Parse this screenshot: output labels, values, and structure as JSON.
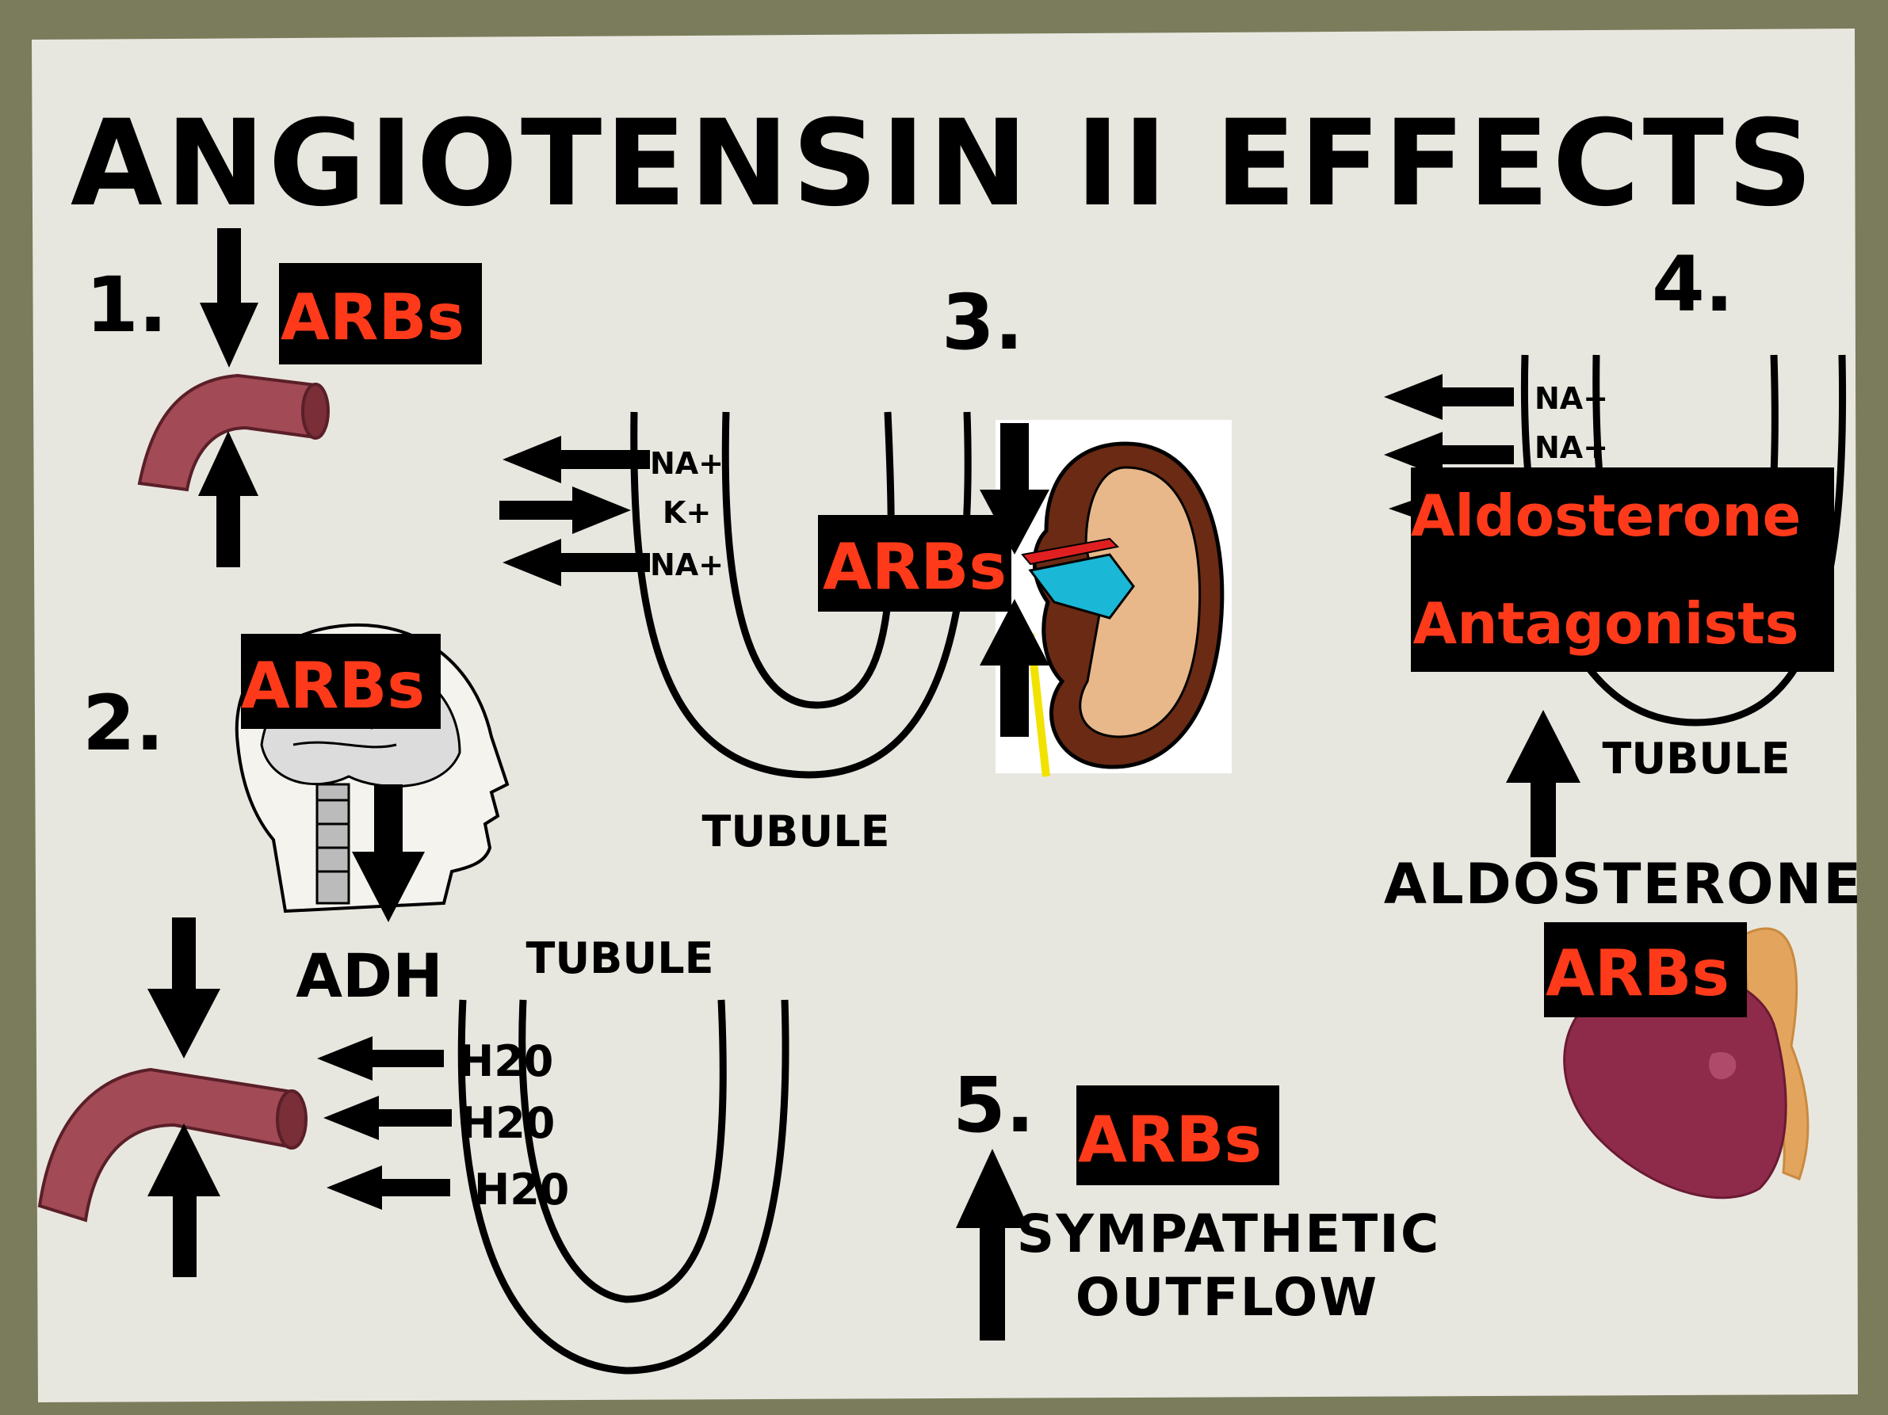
{
  "title": "ANGIOTENSIN II EFFECTS",
  "colors": {
    "frame": "#7b7c5c",
    "paper": "#e8e7df",
    "ink": "#000000",
    "label_bg": "#000000",
    "label_text": "#ff3a1a",
    "vessel": "#a24a55",
    "kidney_brown": "#6a2a14",
    "adrenal_body": "#8e2a4a",
    "adrenal_cap": "#e3a55e"
  },
  "section1": {
    "number": "1.",
    "arb": "ARBs"
  },
  "section2": {
    "number": "2.",
    "arb": "ARBs",
    "adh": "ADH",
    "tubule": "TUBULE",
    "h2o": [
      "H20",
      "H20",
      "H20"
    ]
  },
  "section3": {
    "number": "3.",
    "arb": "ARBs",
    "tubule": "TUBULE",
    "ions": [
      "NA+",
      "K+",
      "NA+"
    ]
  },
  "section4": {
    "number": "4.",
    "ions": [
      "NA+",
      "NA+"
    ],
    "antagonist_line1": "Aldosterone",
    "antagonist_line2": "Antagonists",
    "tubule": "TUBULE",
    "aldosterone": "ALDOSTERONE",
    "arb": "ARBs"
  },
  "section5": {
    "number": "5.",
    "arb": "ARBs",
    "line1": "SYMPATHETIC",
    "line2": "OUTFLOW"
  },
  "icons": [
    "blood-vessel-icon",
    "head-brain-icon",
    "kidney-icon",
    "adrenal-gland-icon",
    "arrow-up-icon",
    "arrow-down-icon",
    "arrow-left-icon",
    "arrow-right-icon"
  ]
}
